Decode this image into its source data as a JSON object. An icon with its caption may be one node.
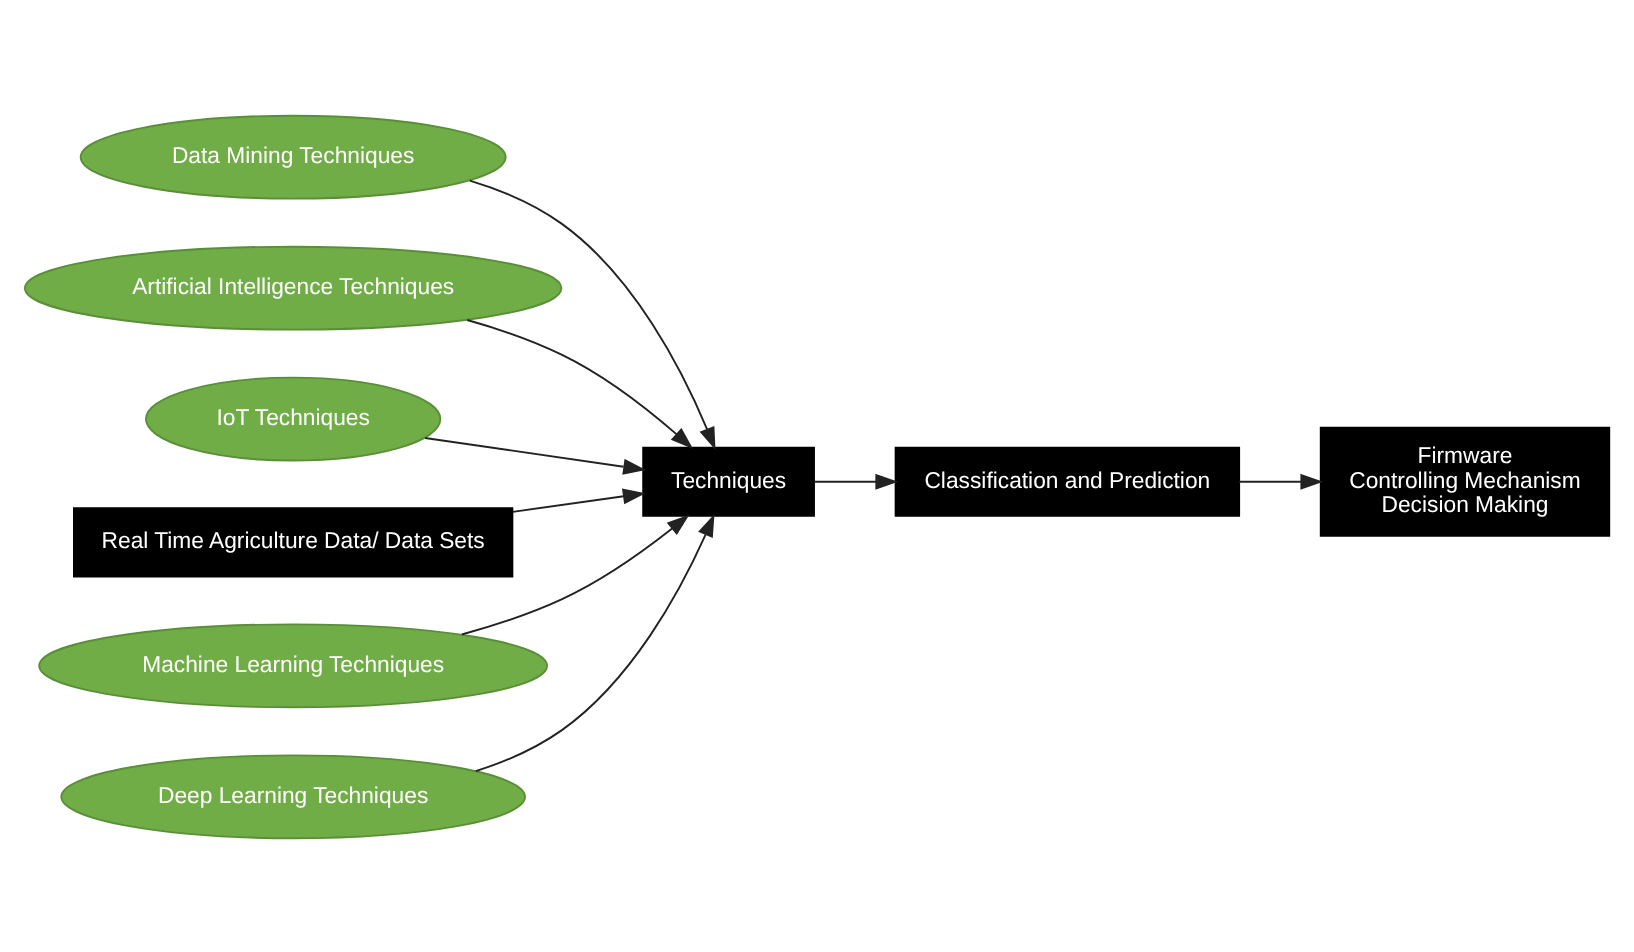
{
  "diagram": {
    "nodes": [
      {
        "text": [
          "Data Mining Techniques"
        ]
      },
      {
        "text": [
          "Artificial Intelligence Techniques"
        ]
      },
      {
        "text": [
          "IoT Techniques"
        ]
      },
      {
        "text": [
          "Real Time Agriculture Data/ Data Sets"
        ]
      },
      {
        "text": [
          "Techniques"
        ]
      },
      {
        "text": [
          "Classification and Prediction"
        ]
      },
      {
        "text": [
          "Machine Learning Techniques"
        ]
      },
      {
        "text": [
          "Deep Learning Techniques"
        ]
      },
      {
        "text": [
          "Firmware",
          "Controlling Mechanism",
          "Decision Making"
        ]
      }
    ],
    "edges": [
      {
        "from": 0,
        "to": 4,
        "arrow": "to"
      },
      {
        "from": 1,
        "to": 4,
        "arrow": "to"
      },
      {
        "from": 2,
        "to": 4,
        "arrow": "to"
      },
      {
        "from": 3,
        "to": 4,
        "arrow": "to"
      },
      {
        "from": 4,
        "to": 5,
        "arrow": "to"
      },
      {
        "from": 6,
        "to": 4,
        "arrow": "to"
      },
      {
        "from": 7,
        "to": 4,
        "arrow": "to"
      },
      {
        "from": 5,
        "to": 8,
        "arrow": "to"
      }
    ]
  }
}
